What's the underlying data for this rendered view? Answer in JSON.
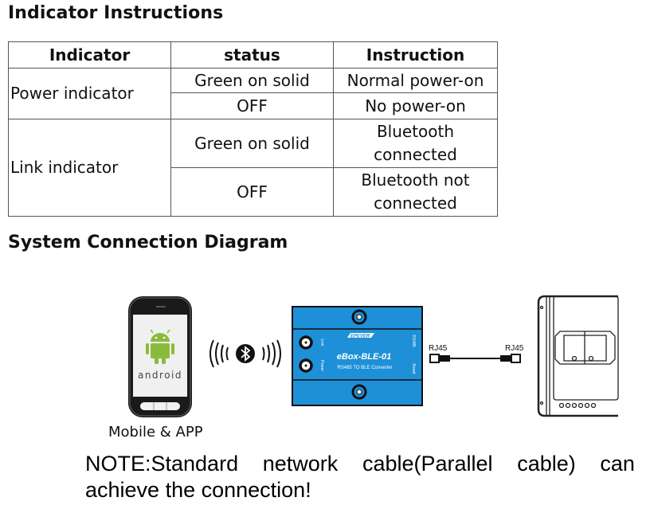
{
  "indicator_section": {
    "title": "Indicator Instructions",
    "headers": [
      "Indicator",
      "status",
      "Instruction"
    ],
    "rows": [
      {
        "indicator": "Power indicator",
        "status": "Green on solid",
        "instruction": "Normal power-on"
      },
      {
        "indicator": "",
        "status": "OFF",
        "instruction": "No power-on"
      },
      {
        "indicator": "Link indicator",
        "status": "Green on solid",
        "instruction": "Bluetooth connected"
      },
      {
        "indicator": "",
        "status": "OFF",
        "instruction": "Bluetooth not connected"
      }
    ]
  },
  "diagram_section": {
    "title": "System Connection Diagram",
    "mobile_label": "Mobile & APP",
    "android_wordmark": "android",
    "device": {
      "brand": "EPEVER",
      "model": "eBox-BLE-01",
      "subtitle": "RS485 TO BLE Converter",
      "port_link": "Link",
      "port_power": "Power",
      "side_rs485": "RS485",
      "side_reset": "Reset",
      "color": "#1e90d8"
    },
    "cable": {
      "left_label": "RJ45",
      "right_label": "RJ45"
    },
    "icons": [
      "phone-icon",
      "android-icon",
      "bluetooth-icon",
      "converter-device",
      "rj45-cable",
      "solar-controller"
    ]
  },
  "note": {
    "line1_words": [
      "NOTE:Standard",
      "network",
      "cable(Parallel",
      "cable)",
      "can"
    ],
    "line2": "achieve the connection!"
  }
}
